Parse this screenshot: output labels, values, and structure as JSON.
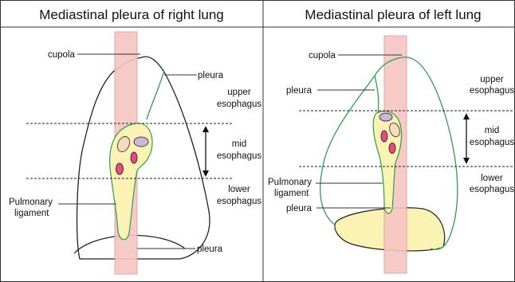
{
  "panels": {
    "right": {
      "title": "Mediastinal pleura of right lung",
      "labels": {
        "cupola": "cupola",
        "pleura_top": "pleura",
        "upper_1": "upper",
        "upper_2": "esophagus",
        "mid_1": "mid",
        "mid_2": "esophagus",
        "lower_1": "lower",
        "lower_2": "esophagus",
        "pulm_1": "Pulmonary",
        "pulm_2": "ligament",
        "pleura_bottom": "pleura"
      }
    },
    "left": {
      "title": "Mediastinal  pleura of left lung",
      "labels": {
        "cupola": "cupola",
        "pleura_top": "pleura",
        "upper_1": "upper",
        "upper_2": "esophagus",
        "mid_1": "mid",
        "mid_2": "esophagus",
        "lower_1": "lower",
        "lower_2": "esophagus",
        "pulm_1": "Pulmonary",
        "pulm_2": "ligament",
        "pleura_bottom": "pleura"
      }
    }
  },
  "colors": {
    "lung_outline": "#222222",
    "pleura_line": "#2e9e4a",
    "esophagus_fill": "#f6c6c2",
    "hilum_fill": "#fbf3b4",
    "diaphragm_fill": "#fbf3b4",
    "vein_fill": "#e0507e",
    "bronchus_fill": "#c9b7d6",
    "artery_fill": "#f1dcc0"
  }
}
